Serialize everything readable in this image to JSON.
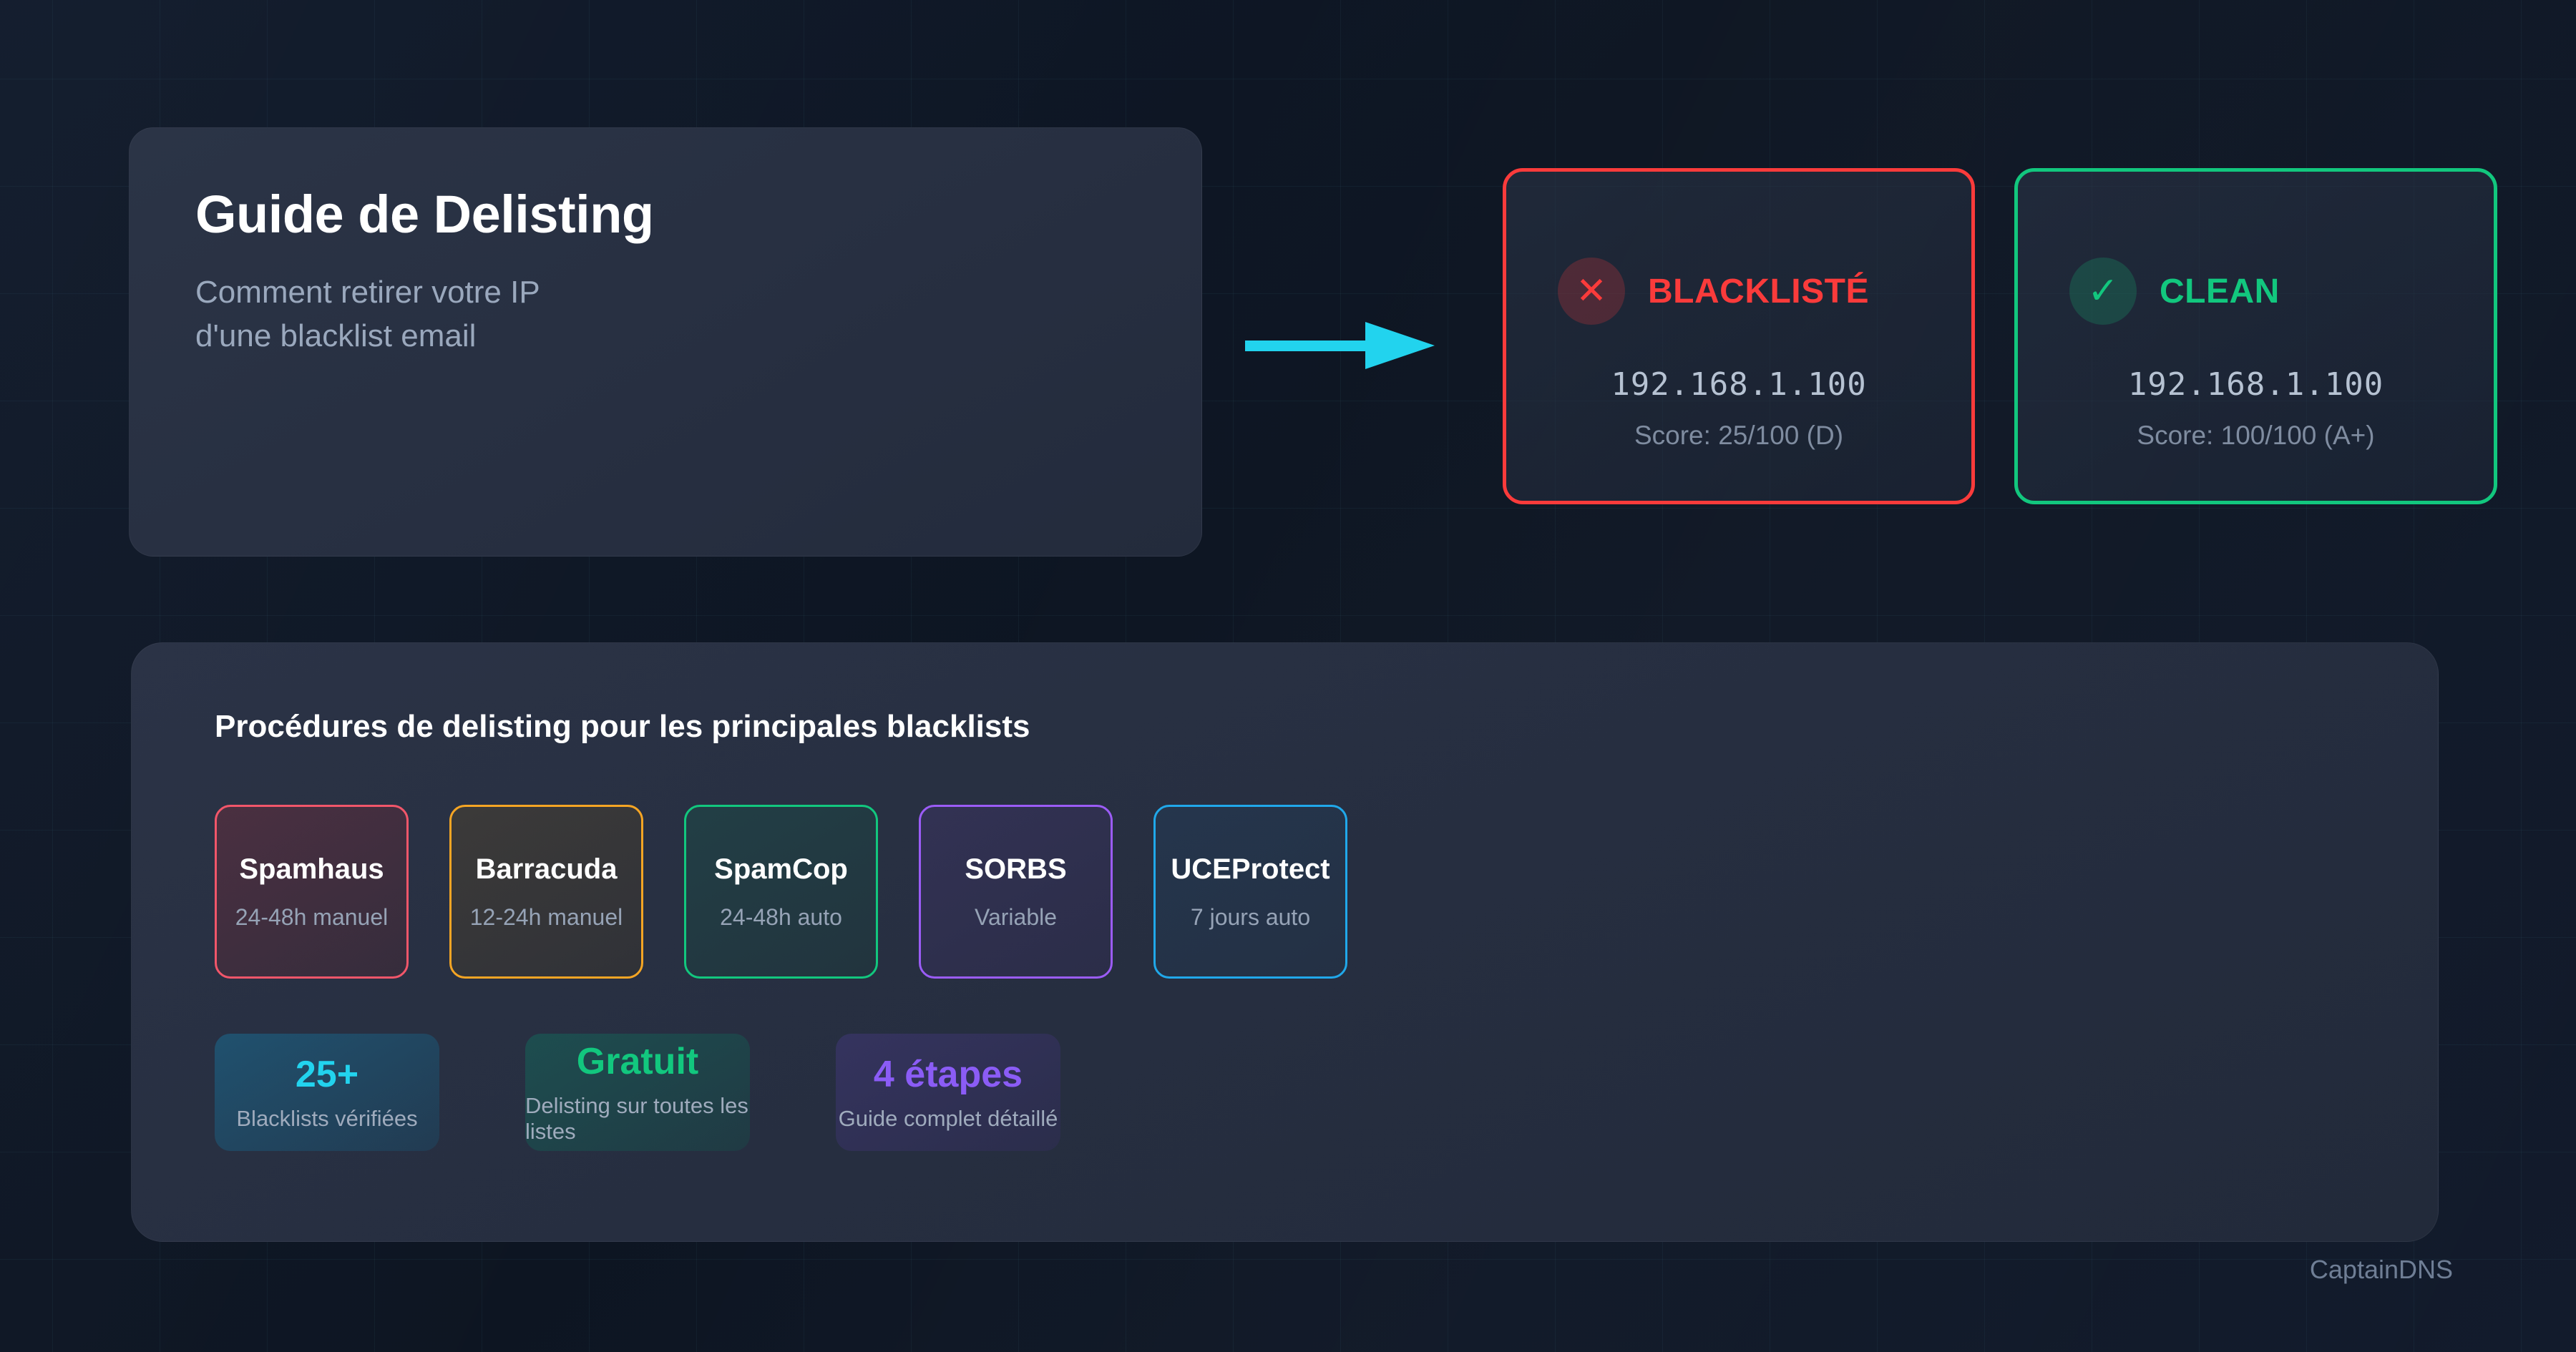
{
  "hero": {
    "title": "Guide de Delisting",
    "subtitle_line1": "Comment retirer votre IP",
    "subtitle_line2": "d'une blacklist email"
  },
  "flow": {
    "arrow_icon": "arrow-right-icon",
    "arrow_color": "#22d3ee"
  },
  "status_cards": [
    {
      "state": "blacklisted",
      "icon": "x-icon",
      "icon_glyph": "✕",
      "label": "BLACKLISTÉ",
      "ip": "192.168.1.100",
      "score": "Score: 25/100 (D)",
      "color": "#fa3b3b"
    },
    {
      "state": "clean",
      "icon": "check-icon",
      "icon_glyph": "✓",
      "label": "CLEAN",
      "ip": "192.168.1.100",
      "score": "Score: 100/100 (A+)",
      "color": "#12c77e"
    }
  ],
  "panel": {
    "title": "Procédures de delisting pour les principales blacklists",
    "providers": [
      {
        "name": "Spamhaus",
        "time": "24-48h manuel",
        "color": "#f2566a",
        "bg": "rgba(96,46,62,0.55)"
      },
      {
        "name": "Barracuda",
        "time": "12-24h manuel",
        "color": "#f5a524",
        "bg": "rgba(70,62,48,0.55)"
      },
      {
        "name": "SpamCop",
        "time": "24-48h auto",
        "color": "#12c77e",
        "bg": "rgba(30,70,70,0.55)"
      },
      {
        "name": "SORBS",
        "time": "Variable",
        "color": "#9b5cf6",
        "bg": "rgba(55,50,92,0.55)"
      },
      {
        "name": "UCEProtect",
        "time": "7 jours auto",
        "color": "#20a8ea",
        "bg": "rgba(33,58,86,0.45)"
      }
    ],
    "stats": [
      {
        "value": "25+",
        "label": "Blacklists vérifiées",
        "color": "#22d3ee"
      },
      {
        "value": "Gratuit",
        "label": "Delisting sur toutes les listes",
        "color": "#12c77e"
      },
      {
        "value": "4 étapes",
        "label": "Guide complet détaillé",
        "color": "#8b5cf6"
      }
    ]
  },
  "footer": {
    "brand": "CaptainDNS"
  },
  "theme": {
    "background": "#0e1624",
    "card_surface": "#2b3446",
    "text_primary": "#ffffff",
    "text_secondary": "#9aa8bd",
    "grid_line": "rgba(100,190,210,0.055)"
  }
}
